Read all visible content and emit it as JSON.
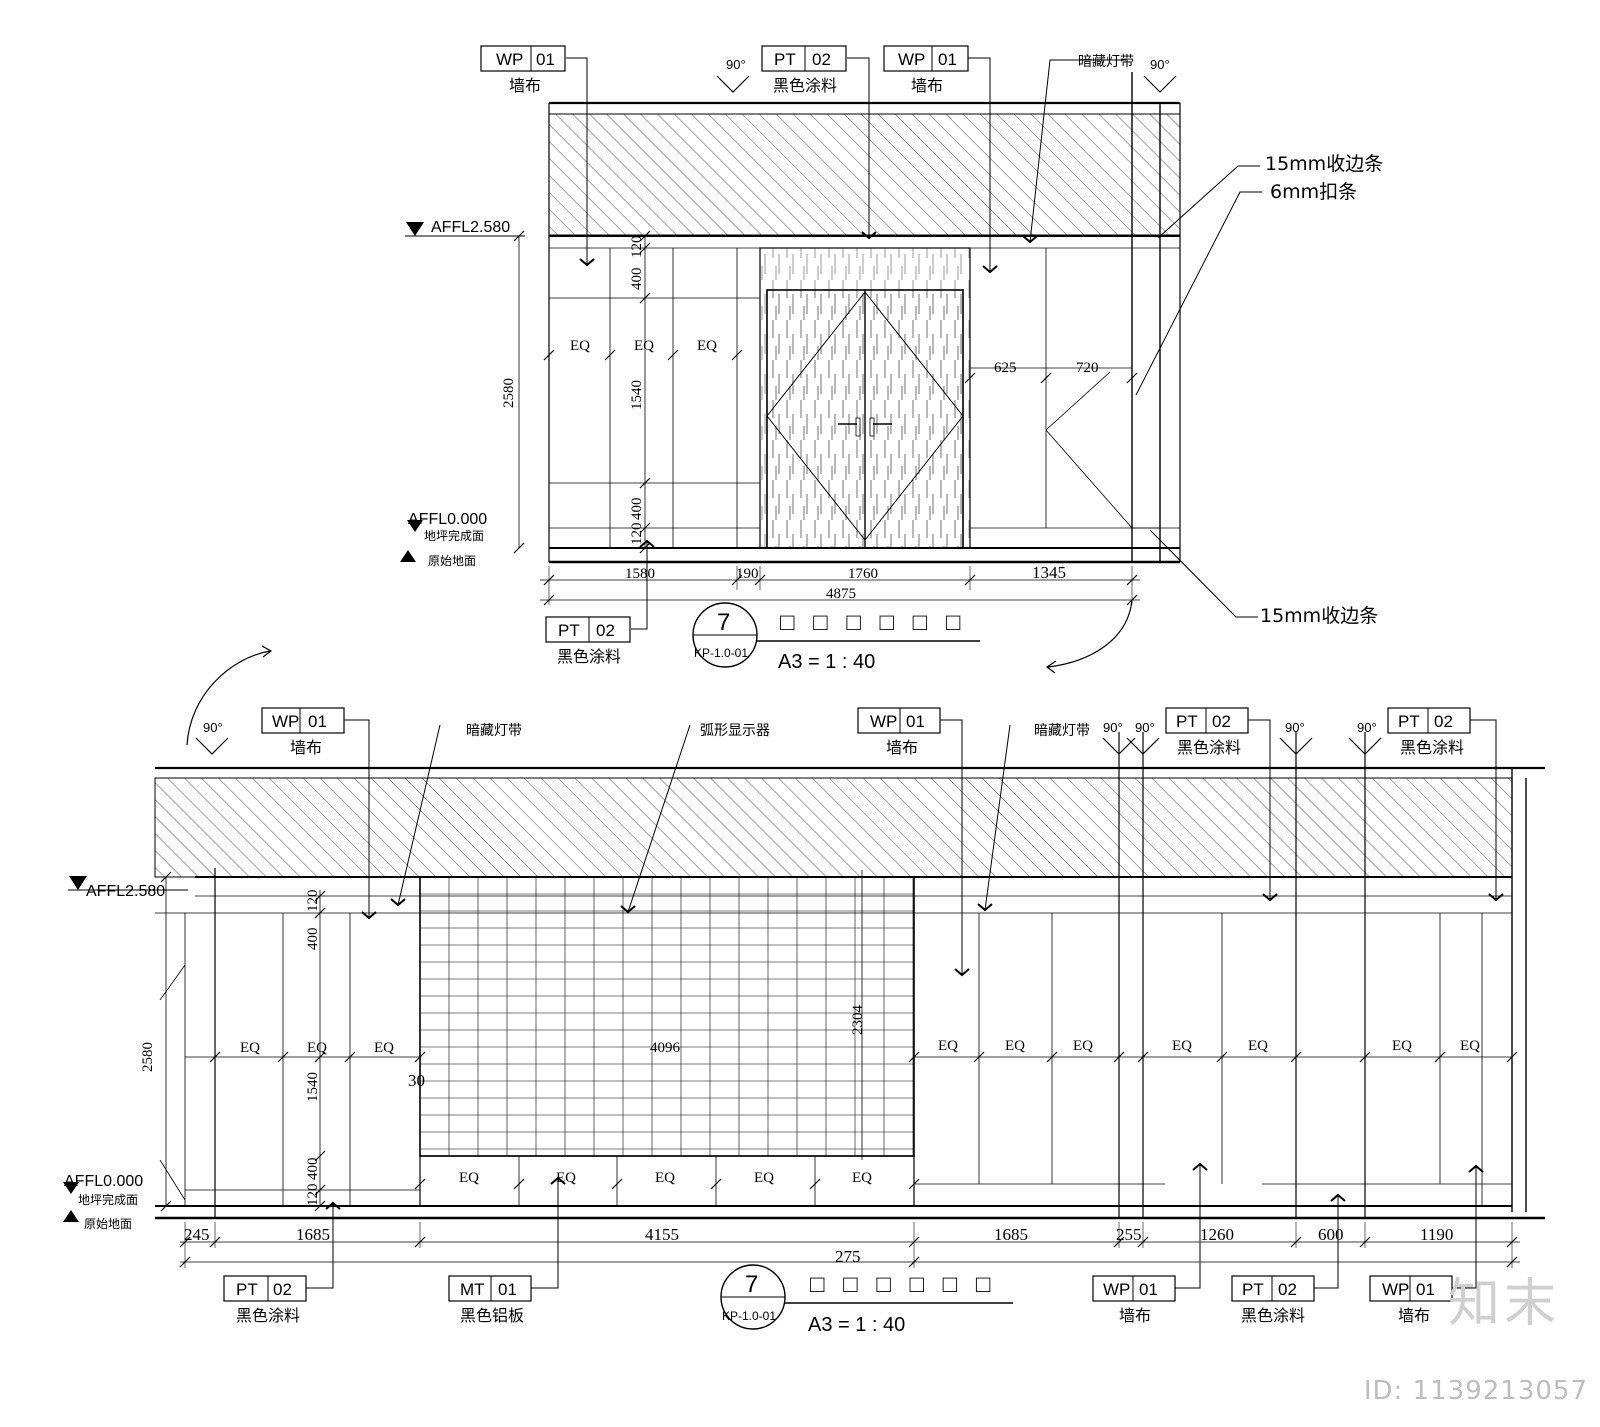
{
  "top": {
    "tags": [
      {
        "code": "WP",
        "num": "01",
        "desc": "墙布"
      },
      {
        "code": "PT",
        "num": "02",
        "desc": "黑色涂料"
      },
      {
        "code": "WP",
        "num": "01",
        "desc": "墙布"
      },
      {
        "code": "PT",
        "num": "02",
        "desc": "黑色涂料"
      }
    ],
    "angle": "90°",
    "led": "暗藏灯带",
    "edge_15": "15mm收边条",
    "strip_6": "6mm扣条",
    "level_top": "AFFL2.580",
    "level_bottom": "AFFL0.000",
    "floor_finish": "地坪完成面",
    "floor_original": "原始地面",
    "dims": {
      "h_total": "2580",
      "h120a": "120",
      "h400a": "400",
      "h1540": "1540",
      "h400b": "400",
      "h120b": "120",
      "eq": "EQ",
      "w625": "625",
      "w720": "720",
      "w1580": "1580",
      "w190": "190",
      "w1760": "1760",
      "w1345": "1345",
      "w4875": "4875"
    },
    "title": {
      "num": "7",
      "ref": "KP-1.0-01",
      "boxes": "□ □ □ □ □ □",
      "scale": "A3 = 1 : 40"
    }
  },
  "bottom": {
    "tags": [
      {
        "code": "WP",
        "num": "01",
        "desc": "墙布"
      },
      {
        "code": "WP",
        "num": "01",
        "desc": "墙布"
      },
      {
        "code": "PT",
        "num": "02",
        "desc": "黑色涂料"
      },
      {
        "code": "PT",
        "num": "02",
        "desc": "黑色涂料"
      },
      {
        "code": "PT",
        "num": "02",
        "desc": "黑色涂料"
      },
      {
        "code": "MT",
        "num": "01",
        "desc": "黑色铝板"
      },
      {
        "code": "WP",
        "num": "01",
        "desc": "墙布"
      },
      {
        "code": "PT",
        "num": "02",
        "desc": "黑色涂料"
      },
      {
        "code": "WP",
        "num": "01",
        "desc": "墙布"
      }
    ],
    "angle": "90°",
    "led": "暗藏灯带",
    "display": "弧形显示器",
    "level_top": "AFFL2.580",
    "level_bottom": "AFFL0.000",
    "floor_finish": "地坪完成面",
    "floor_original": "原始地面",
    "dims": {
      "h_total": "2580",
      "h120a": "120",
      "h400a": "400",
      "h1540": "1540",
      "h400b": "400",
      "h120b": "120",
      "eq": "EQ",
      "w4096": "4096",
      "h2304": "2304",
      "g30": "30",
      "w245": "245",
      "w1685a": "1685",
      "w4155": "4155",
      "w275": "275",
      "w1685b": "1685",
      "w255": "255",
      "w1260": "1260",
      "w600": "600",
      "w1190": "1190"
    },
    "title": {
      "num": "7",
      "ref": "KP-1.0-01",
      "boxes": "□ □ □ □ □ □",
      "scale": "A3 = 1 : 40"
    }
  },
  "watermark": {
    "brand": "知末",
    "id": "ID: 1139213057"
  }
}
